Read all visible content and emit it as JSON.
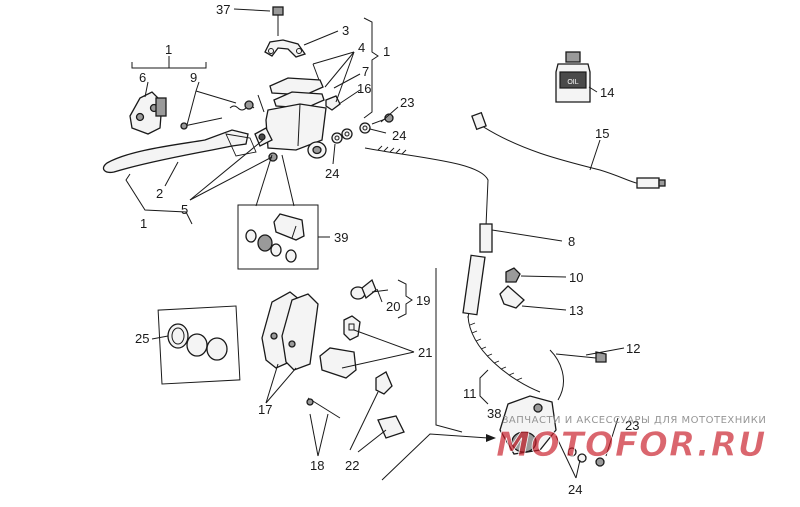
{
  "diagram": {
    "callouts": {
      "c37": "37",
      "c3": "3",
      "c1a": "1",
      "c4": "4",
      "c7": "7",
      "c16": "16",
      "c1b": "1",
      "c6": "6",
      "c9": "9",
      "c23a": "23",
      "c24a": "24",
      "c14": "14",
      "c15": "15",
      "c2": "2",
      "c5": "5",
      "c1c": "1",
      "c24b": "24",
      "c39": "39",
      "c8": "8",
      "c10": "10",
      "c13": "13",
      "c20": "20",
      "c19": "19",
      "c25": "25",
      "c21": "21",
      "c12": "12",
      "c11": "11",
      "c38": "38",
      "c23b": "23",
      "c17": "17",
      "c18": "18",
      "c22": "22",
      "c24c": "24"
    },
    "bottle_label": "OIL"
  },
  "watermark": {
    "line1": "ЗАПЧАСТИ И АКСЕССУАРЫ ДЛЯ МОТОТЕХНИКИ",
    "logo": "MOTOFOR.RU"
  },
  "colors": {
    "ink": "#1a1a1a",
    "watermark_red": "#c81e2a",
    "watermark_grey": "#8a8a8a"
  }
}
